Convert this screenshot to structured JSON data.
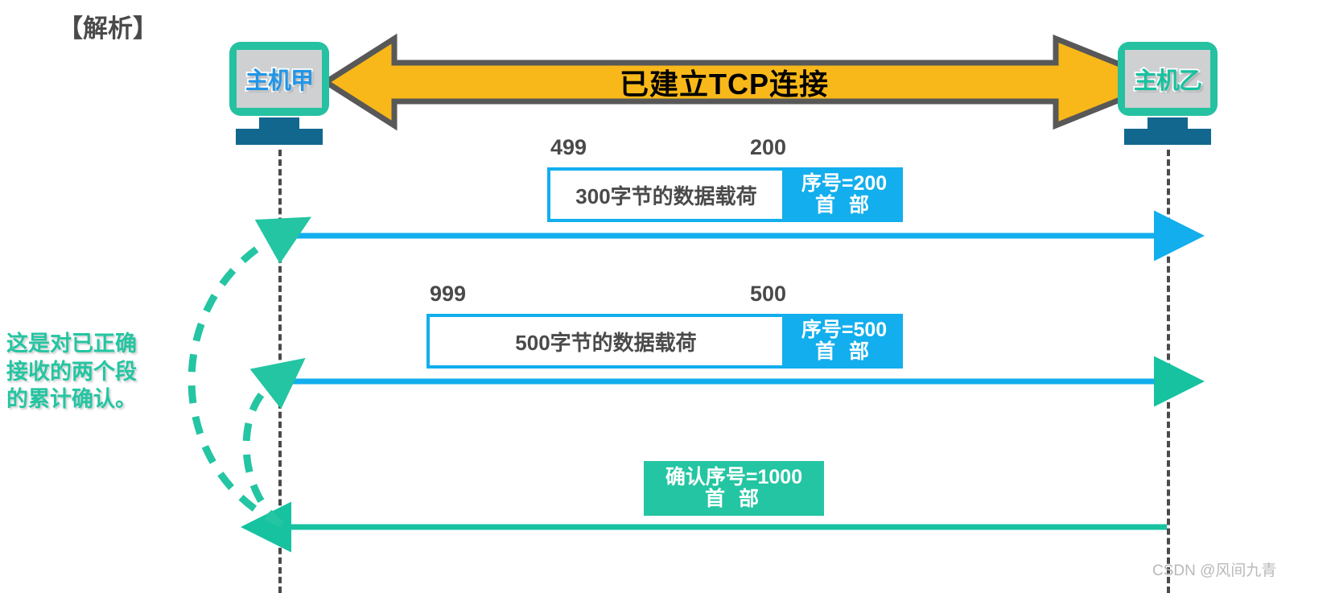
{
  "heading": "【解析】",
  "hosts": {
    "left": {
      "label": "主机甲",
      "color": "#2196e8"
    },
    "right": {
      "label": "主机乙",
      "color": "#16c2a0"
    }
  },
  "connection_arrow": {
    "label": "已建立TCP连接",
    "fill": "#f8b819",
    "stroke": "#585858",
    "direction": "bidirectional"
  },
  "segments": [
    {
      "left_number": "499",
      "right_number": "200",
      "payload_label": "300字节的数据载荷",
      "header_line1": "序号=200",
      "header_line2": "首 部",
      "color": "#12aeed"
    },
    {
      "left_number": "999",
      "right_number": "500",
      "payload_label": "500字节的数据载荷",
      "header_line1": "序号=500",
      "header_line2": "首 部",
      "color": "#12aeed"
    }
  ],
  "ack": {
    "header_line1": "确认序号=1000",
    "header_line2": "首 部",
    "color": "#24c5a2"
  },
  "side_note": "这是对已正确\n接收的两个段\n的累计确认。",
  "watermark": "CSDN @风间九青",
  "colors": {
    "accent_blue": "#12aeed",
    "accent_green": "#24c5a2",
    "yellow": "#f8b819",
    "dark_gray": "#4a4a4a",
    "host_stand": "#12678f"
  }
}
